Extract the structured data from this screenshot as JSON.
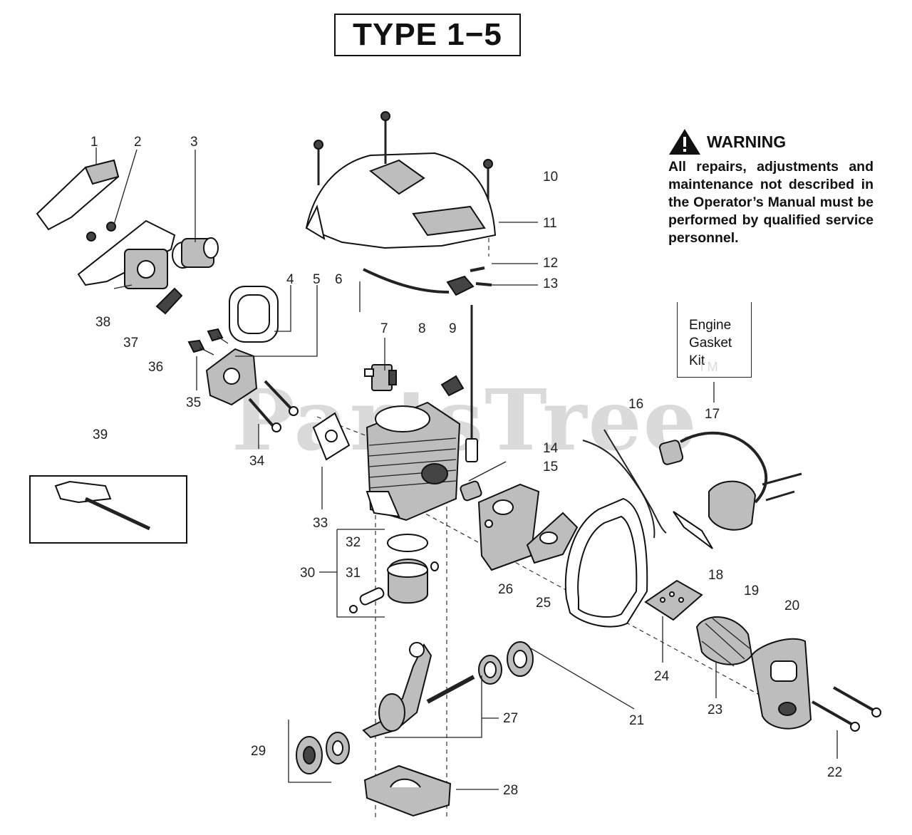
{
  "title": "TYPE 1−5",
  "warning": {
    "heading": "WARNING",
    "body": "All repairs, adjustments and maintenance not described in the Operator’s Manual must be performed by qualified service personnel."
  },
  "kit": {
    "line1": "Engine",
    "line2": "Gasket",
    "line3": "Kit"
  },
  "watermark": {
    "text": "PartsTree",
    "tm": "TM"
  },
  "callouts": {
    "n1": "1",
    "n2": "2",
    "n3": "3",
    "n4": "4",
    "n5": "5",
    "n6": "6",
    "n7": "7",
    "n8": "8",
    "n9": "9",
    "n10": "10",
    "n11": "11",
    "n12": "12",
    "n13": "13",
    "n14": "14",
    "n15": "15",
    "n16": "16",
    "n17": "17",
    "n18": "18",
    "n19": "19",
    "n20": "20",
    "n21": "21",
    "n22": "22",
    "n23": "23",
    "n24": "24",
    "n25": "25",
    "n26": "26",
    "n27": "27",
    "n28": "28",
    "n29": "29",
    "n30": "30",
    "n31": "31",
    "n32": "32",
    "n33": "33",
    "n34": "34",
    "n35": "35",
    "n36": "36",
    "n37": "37",
    "n38": "38",
    "n39": "39"
  }
}
